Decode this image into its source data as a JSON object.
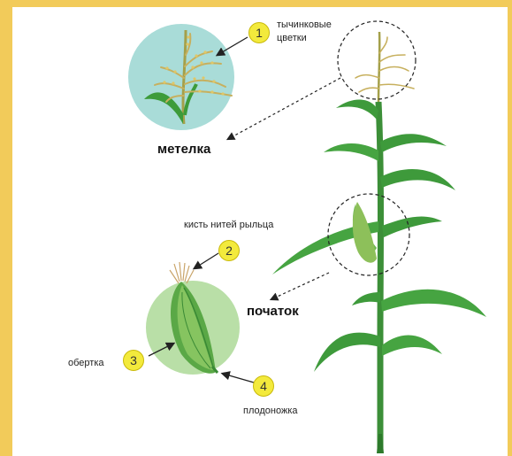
{
  "callouts": [
    {
      "number": "1",
      "label": "тычинковые\nцветки"
    },
    {
      "number": "2",
      "label": "кисть нитей рыльца"
    },
    {
      "number": "3",
      "label": "обертка"
    },
    {
      "number": "4",
      "label": "плодоножка"
    }
  ],
  "parts": {
    "tassel": "метелка",
    "ear": "початок"
  },
  "colors": {
    "frame": "#f2cb5a",
    "tassel_circle": "#a9dcd8",
    "ear_circle": "#b9dfa7",
    "leaf": "#3f9a3c",
    "badge": "#f3ea3c"
  }
}
